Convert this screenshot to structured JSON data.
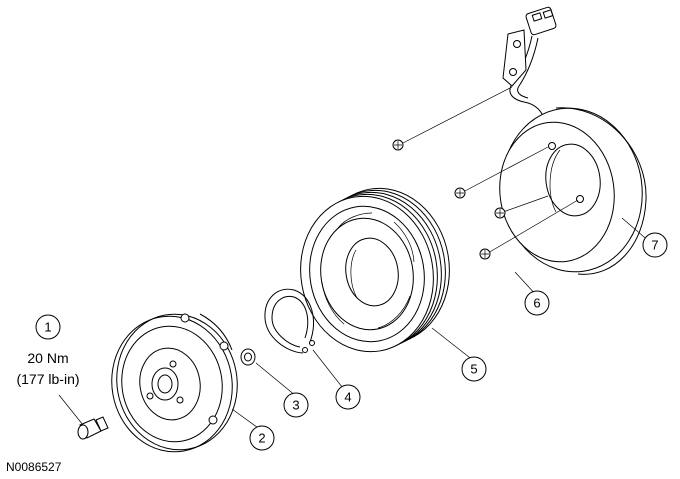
{
  "figure": {
    "reference_id": "N0086527",
    "torque": {
      "line1": "20 Nm",
      "line2": "(177 lb-in)"
    }
  },
  "callouts": [
    {
      "id": 1,
      "label": "1"
    },
    {
      "id": 2,
      "label": "2"
    },
    {
      "id": 3,
      "label": "3"
    },
    {
      "id": 4,
      "label": "4"
    },
    {
      "id": 5,
      "label": "5"
    },
    {
      "id": 6,
      "label": "6"
    },
    {
      "id": 7,
      "label": "7"
    }
  ],
  "parts": [
    {
      "callout": 1,
      "icon": "bolt-icon"
    },
    {
      "callout": 2,
      "icon": "clutch-hub-icon"
    },
    {
      "callout": 3,
      "icon": "shim-washer-icon"
    },
    {
      "callout": 4,
      "icon": "snap-ring-icon"
    },
    {
      "callout": 5,
      "icon": "pulley-icon"
    },
    {
      "callout": 6,
      "icon": "screw-icon"
    },
    {
      "callout": 7,
      "icon": "field-coil-icon"
    }
  ]
}
